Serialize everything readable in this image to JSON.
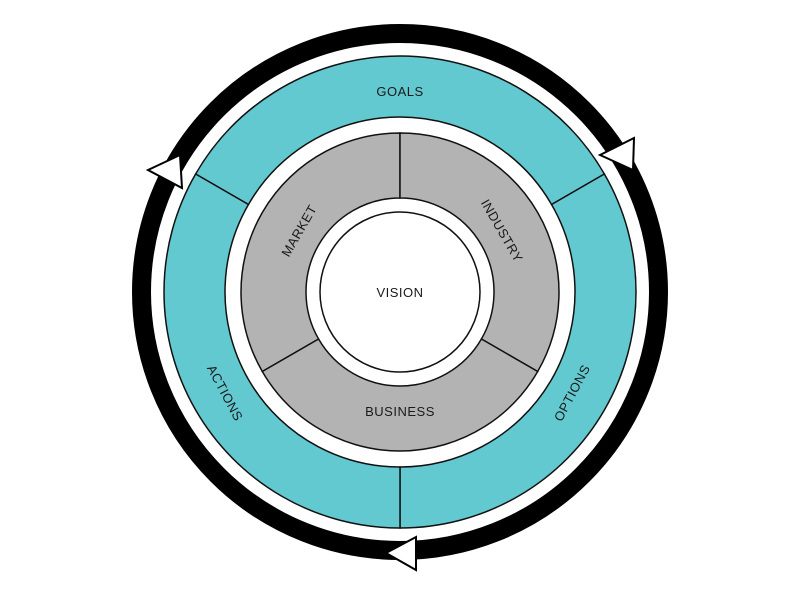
{
  "diagram": {
    "title": "Strategy cycle diagram",
    "center": {
      "label": "VISION"
    },
    "inner_ring": {
      "segments": [
        {
          "label": "MARKET"
        },
        {
          "label": "INDUSTRY"
        },
        {
          "label": "BUSINESS"
        }
      ]
    },
    "outer_ring": {
      "segments": [
        {
          "label": "GOALS"
        },
        {
          "label": "OPTIONS"
        },
        {
          "label": "ACTIONS"
        }
      ]
    },
    "cycle_direction": "clockwise",
    "arrows": [
      {
        "name": "arrow-top-right"
      },
      {
        "name": "arrow-bottom"
      },
      {
        "name": "arrow-top-left"
      }
    ],
    "colors": {
      "outer_ring": "#63c9d1",
      "inner_ring": "#b3b3b3",
      "cycle_ring": "#000000",
      "center": "#ffffff",
      "stroke": "#111111"
    }
  }
}
